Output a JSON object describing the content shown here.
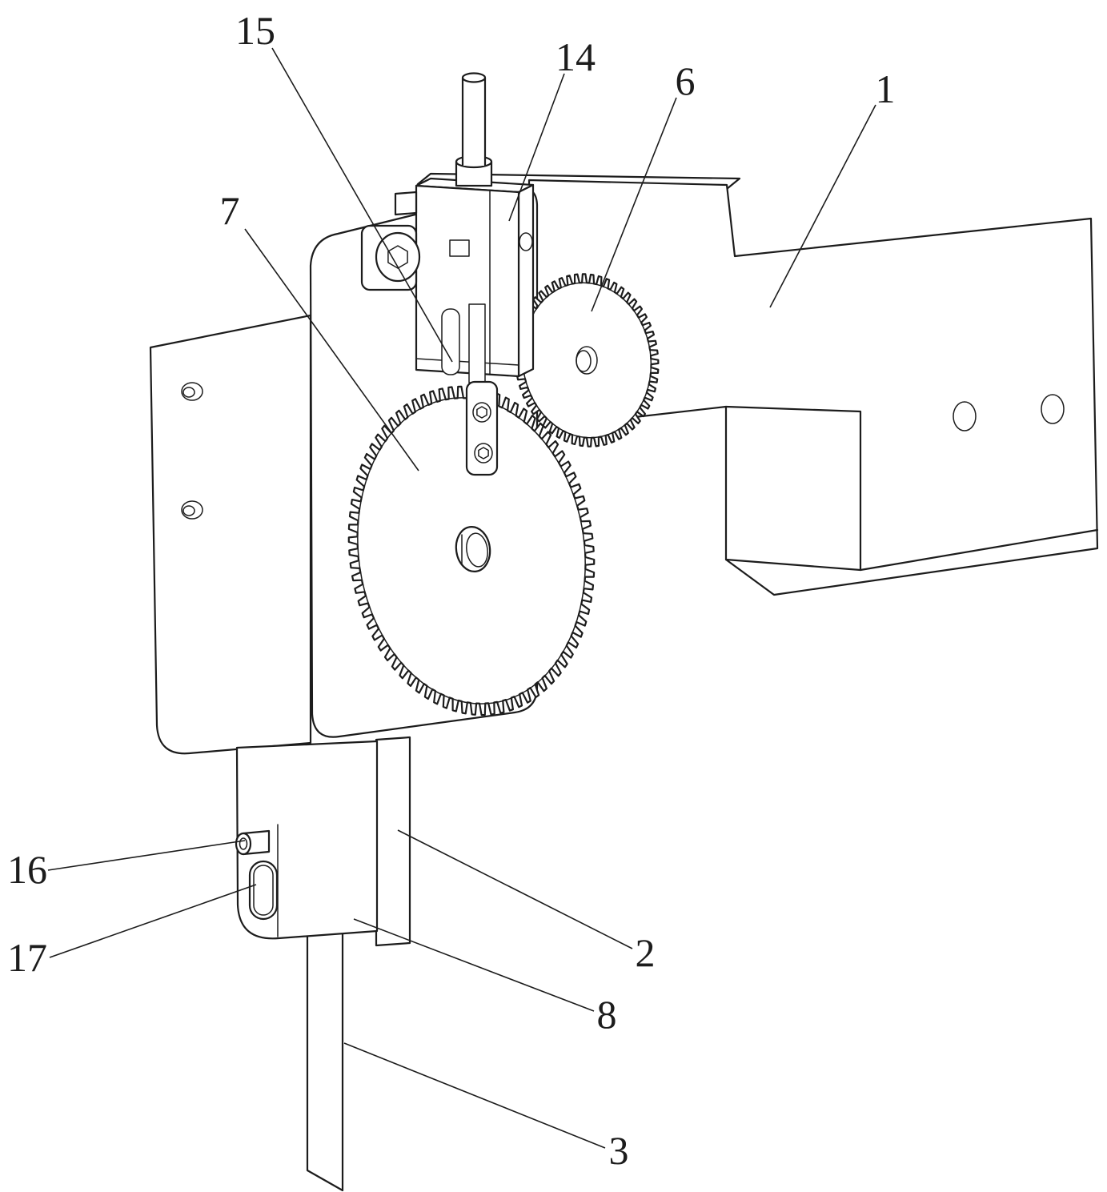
{
  "drawing": {
    "background": "#ffffff",
    "line_color": "#1c1c1c",
    "callouts": {
      "c15": "15",
      "c14": "14",
      "c6": "6",
      "c1": "1",
      "c7": "7",
      "c16": "16",
      "c17": "17",
      "c2": "2",
      "c8": "8",
      "c3": "3"
    }
  }
}
